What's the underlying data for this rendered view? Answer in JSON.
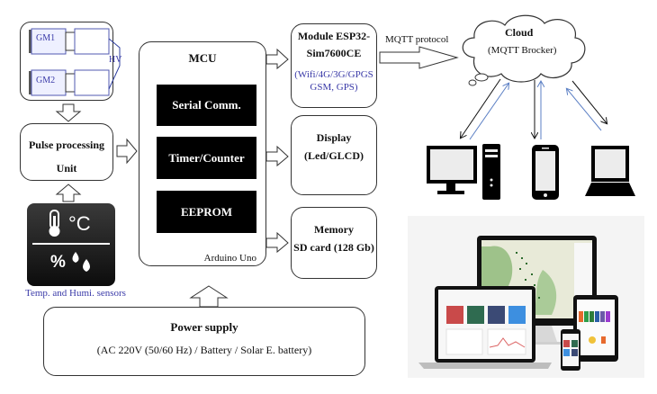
{
  "gm_module": {
    "tube1": "GM1",
    "tube2": "GM2",
    "hv_label": "HV"
  },
  "pulse_unit": {
    "line1": "Pulse processing",
    "line2": "Unit"
  },
  "sensor": {
    "temp_unit": "°C",
    "humidity_symbol": "%",
    "caption": "Temp. and Humi. sensors"
  },
  "mcu": {
    "title": "MCU",
    "blocks": [
      "Serial Comm.",
      "Timer/Counter",
      "EEPROM"
    ],
    "board": "Arduino Uno"
  },
  "comm_module": {
    "line1": "Module ESP32-",
    "line2": "Sim7600CE",
    "sub1": "(Wifi/4G/3G/GPGS",
    "sub2": "GSM, GPS)"
  },
  "protocol_label": "MQTT protocol",
  "cloud": {
    "title": "Cloud",
    "subtitle": "(MQTT Brocker)"
  },
  "display": {
    "line1": "Display",
    "line2": "(Led/GLCD)"
  },
  "memory": {
    "line1": "Memory",
    "line2": "SD card (128 Gb)"
  },
  "power": {
    "title": "Power supply",
    "subtitle": "(AC 220V (50/60 Hz) / Battery / Solar E. battery)"
  },
  "clients": [
    "desktop-computer",
    "smartphone",
    "laptop"
  ],
  "colors": {
    "blue_text": "#3a3aa8",
    "arrow_blue": "#5b7fc4",
    "black_block": "#000000"
  }
}
